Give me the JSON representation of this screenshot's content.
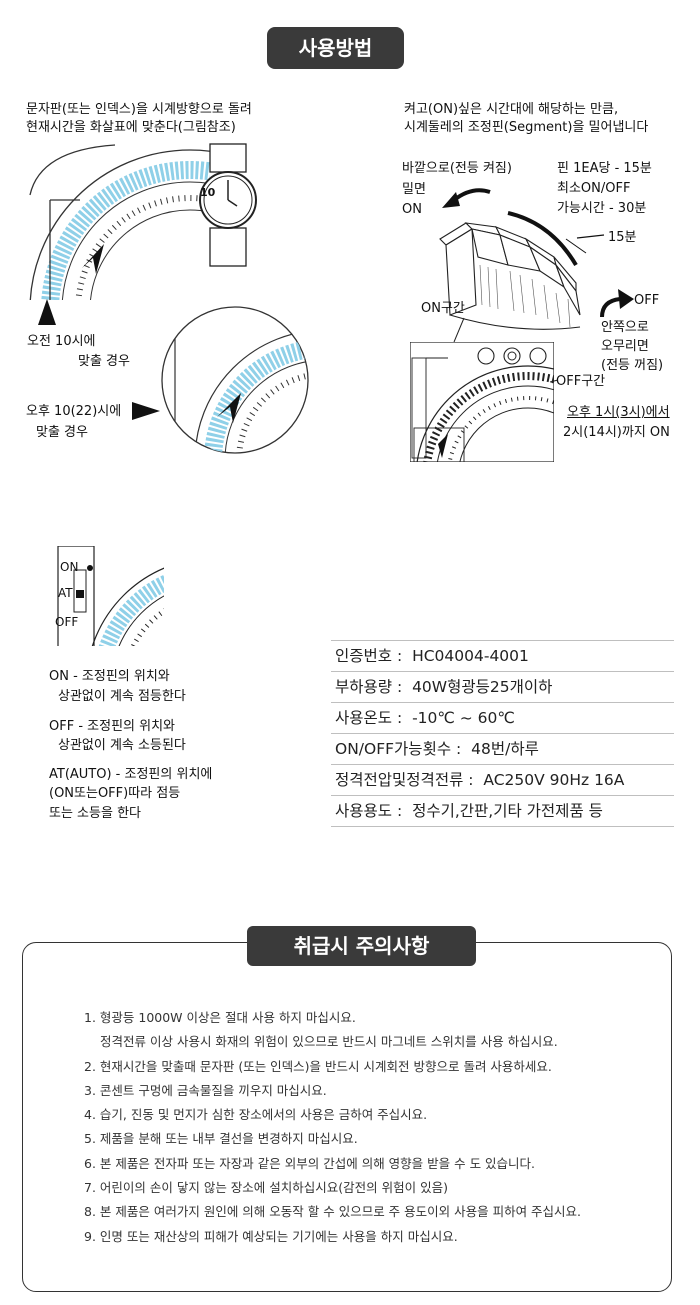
{
  "usage": {
    "title": "사용방법",
    "step1": {
      "line1": "문자판(또는 인덱스)을 시계방향으로 돌려",
      "line2": "현재시간을 화살표에 맞춘다(그림참조)"
    },
    "watch_label": "10",
    "am_case": {
      "line1": "오전 10시에",
      "line2": "맞출 경우"
    },
    "pm_case": {
      "line1": "오후 10(22)시에",
      "line2": "맞출 경우"
    },
    "step2": {
      "line1": "켜고(ON)싶은 시간대에 해당하는 만큼,",
      "line2": "시계둘레의 조정핀(Segment)을 밀어냅니다"
    },
    "push_out": {
      "line1": "바깥으로(전등 켜짐)",
      "line2": "밀면",
      "line3": "ON"
    },
    "pin_info": {
      "line1": "핀 1EA당 - 15분",
      "line2": "최소ON/OFF",
      "line3": "가능시간 - 30분"
    },
    "pin_min": "15분",
    "push_in": {
      "off": "OFF",
      "line1": "안쪽으로",
      "line2": "오무리면",
      "line3": "(전등 꺼짐)"
    },
    "on_section": "ON구간",
    "off_section": "OFF구간",
    "example": {
      "line1": "오후 1시(3시)에서",
      "line2": "2시(14시)까지 ON"
    },
    "switch_labels": {
      "on": "ON",
      "at": "AT",
      "off": "OFF"
    },
    "modes": [
      {
        "line1": "ON - 조정핀의 위치와",
        "line2": "상관없이 계속 점등한다"
      },
      {
        "line1": "OFF - 조정핀의 위치와",
        "line2": "상관없이 계속 소등된다"
      },
      {
        "line1": "AT(AUTO) - 조정핀의 위치에",
        "line2": "(ON또는OFF)따라 점등",
        "line3": "또는 소등을 한다"
      }
    ]
  },
  "specs": [
    {
      "label": "인증번호 :",
      "value": "HC04004-4001"
    },
    {
      "label": "부하용량 :",
      "value": "40W형광등25개이하"
    },
    {
      "label": "사용온도 :",
      "value": "-10℃ ~ 60℃"
    },
    {
      "label": "ON/OFF가능횟수 :",
      "value": "48번/하루"
    },
    {
      "label": "정격전압및정격전류 :",
      "value": "AC250V 90Hz 16A"
    },
    {
      "label": "사용용도 :",
      "value": "정수기,간판,기타 가전제품 등"
    }
  ],
  "caution": {
    "title": "취급시 주의사항",
    "items": [
      {
        "text": "1. 형광등 1000W 이상은 절대 사용 하지 마십시요.",
        "indent": false
      },
      {
        "text": "정격전류 이상 사용시 화재의 위험이 있으므로 반드시 마그네트 스위치를  사용 하십시요.",
        "indent": true
      },
      {
        "text": "2. 현재시간을 맞출때 문자판 (또는 인덱스)을 반드시 시계회전 방향으로 돌려 사용하세요.",
        "indent": false
      },
      {
        "text": "3. 콘센트 구멍에 금속물질을 끼우지 마십시요.",
        "indent": false
      },
      {
        "text": "4. 습기, 진동 및 먼지가 심한 장소에서의 사용은 금하여 주십시요.",
        "indent": false
      },
      {
        "text": "5. 제품을 분해 또는 내부 결선을 변경하지 마십시요.",
        "indent": false
      },
      {
        "text": "6. 본 제품은 전자파 또는 자장과 같은 외부의 간섭에 의해 영향을 받을 수 도 있습니다.",
        "indent": false
      },
      {
        "text": "7. 어린이의 손이 닿지 않는 장소에 설치하십시요(감전의 위험이 있음)",
        "indent": false
      },
      {
        "text": "8. 본 제품은 여러가지 원인에 의해 오동작 할 수 있으므로 주 용도이외 사용을 피하여 주십시요.",
        "indent": false
      },
      {
        "text": "9. 인명 또는 재산상의 피해가 예상되는 기기에는 사용을 하지 마십시요.",
        "indent": false
      }
    ]
  }
}
